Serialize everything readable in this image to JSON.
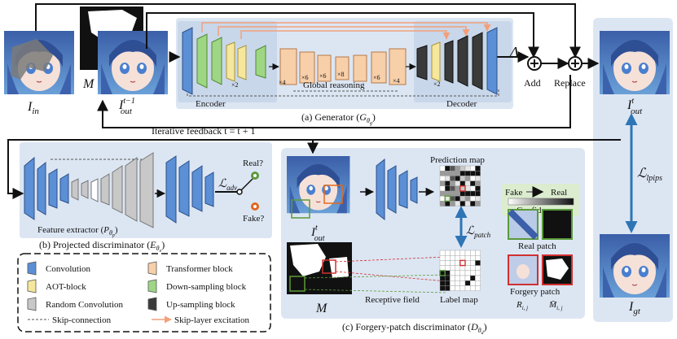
{
  "colors": {
    "panel_bg": "#dce6f3",
    "convolution": "#5b8fd6",
    "aot_block": "#f6e79c",
    "random_convolution": "#c8c8c8",
    "transformer_block": "#f7cfa9",
    "down_sampling_block": "#9fd684",
    "up_sampling_block": "#3a3a3a",
    "skip_excitation_arrow": "#f2a07a",
    "real_dot": "#5a9a3a",
    "fake_dot": "#e0671f",
    "loss_arrow": "#2e75b6",
    "label_map_highlight": "#e03030"
  },
  "icons": [
    "anime-portrait-image",
    "binary-mask-image",
    "add-circle-icon",
    "replace-circle-icon",
    "grid-map-icon",
    "switch-icon"
  ],
  "labels": {
    "I_in": "I",
    "I_in_sub": "in",
    "M_top": "M",
    "I_out_prev": "I",
    "I_out_prev_sub": "out",
    "I_out_prev_sup": "t−1",
    "delta": "Δ",
    "delta_sub": "t",
    "add": "Add",
    "replace": "Replace",
    "I_out_right": "I",
    "I_out_right_sub": "out",
    "I_out_right_sup": "t",
    "L_lpips": "ℒ",
    "L_lpips_sub": "lpips",
    "I_gt": "I",
    "I_gt_sub": "gt",
    "encoder": "Encoder",
    "decoder": "Decoder",
    "global_reasoning": "Global reasoning",
    "generator_caption": "(a) Generator (",
    "generator_sym": "G",
    "generator_sub": "θ",
    "generator_subsub": "g",
    "generator_close": ")",
    "iterative_feedback": "Iterative feedback t = t + 1",
    "x2_a": "×2",
    "x4_a": "×4",
    "x6_a": "×6",
    "x6_b": "×6",
    "x8": "×8",
    "x6_c": "×6",
    "x4_b": "×4",
    "x2_b": "×2",
    "feature_extractor": "Feature extractor (",
    "feature_extractor_sym": "P",
    "feature_extractor_sub": "θ",
    "feature_extractor_subsub": "p",
    "feature_extractor_close": ")",
    "L_adv": "ℒ",
    "L_adv_sub": "adv",
    "real_q": "Real?",
    "fake_q": "Fake?",
    "projected_caption": "(b) Projected discriminator (",
    "projected_sym": "E",
    "projected_sub": "θ",
    "projected_subsub": "e",
    "projected_close": ")",
    "prediction_map": "Prediction map",
    "fake": "Fake",
    "real": "Real",
    "confidence": "Confidence",
    "I_out_mid": "I",
    "I_out_mid_sub": "out",
    "I_out_mid_sup": "t",
    "L_patch": "ℒ",
    "L_patch_sub": "patch",
    "real_patch": "Real patch",
    "forgery_patch": "Forgery patch",
    "R_ij": "R",
    "R_ij_sub": "i, j",
    "M_ij": "M̄",
    "M_ij_sub": "i, j",
    "M_bottom": "M",
    "receptive_field": "Receptive field",
    "label_map": "Label map",
    "forgery_caption": "(c) Forgery-patch discriminator (",
    "forgery_sym": "D",
    "forgery_sub": "θ",
    "forgery_subsub": "d",
    "forgery_close": ")"
  },
  "legend": {
    "items": [
      {
        "label": "Convolution",
        "color": "#5b8fd6"
      },
      {
        "label": "Transformer block",
        "color": "#f7cfa9"
      },
      {
        "label": "AOT-block",
        "color": "#f6e79c"
      },
      {
        "label": "Down-sampling block",
        "color": "#9fd684"
      },
      {
        "label": "Random Convolution",
        "color": "#c8c8c8"
      },
      {
        "label": "Up-sampling block",
        "color": "#3a3a3a"
      }
    ],
    "skip_connection": "Skip-connection",
    "skip_layer_excitation": "Skip-layer excitation"
  }
}
